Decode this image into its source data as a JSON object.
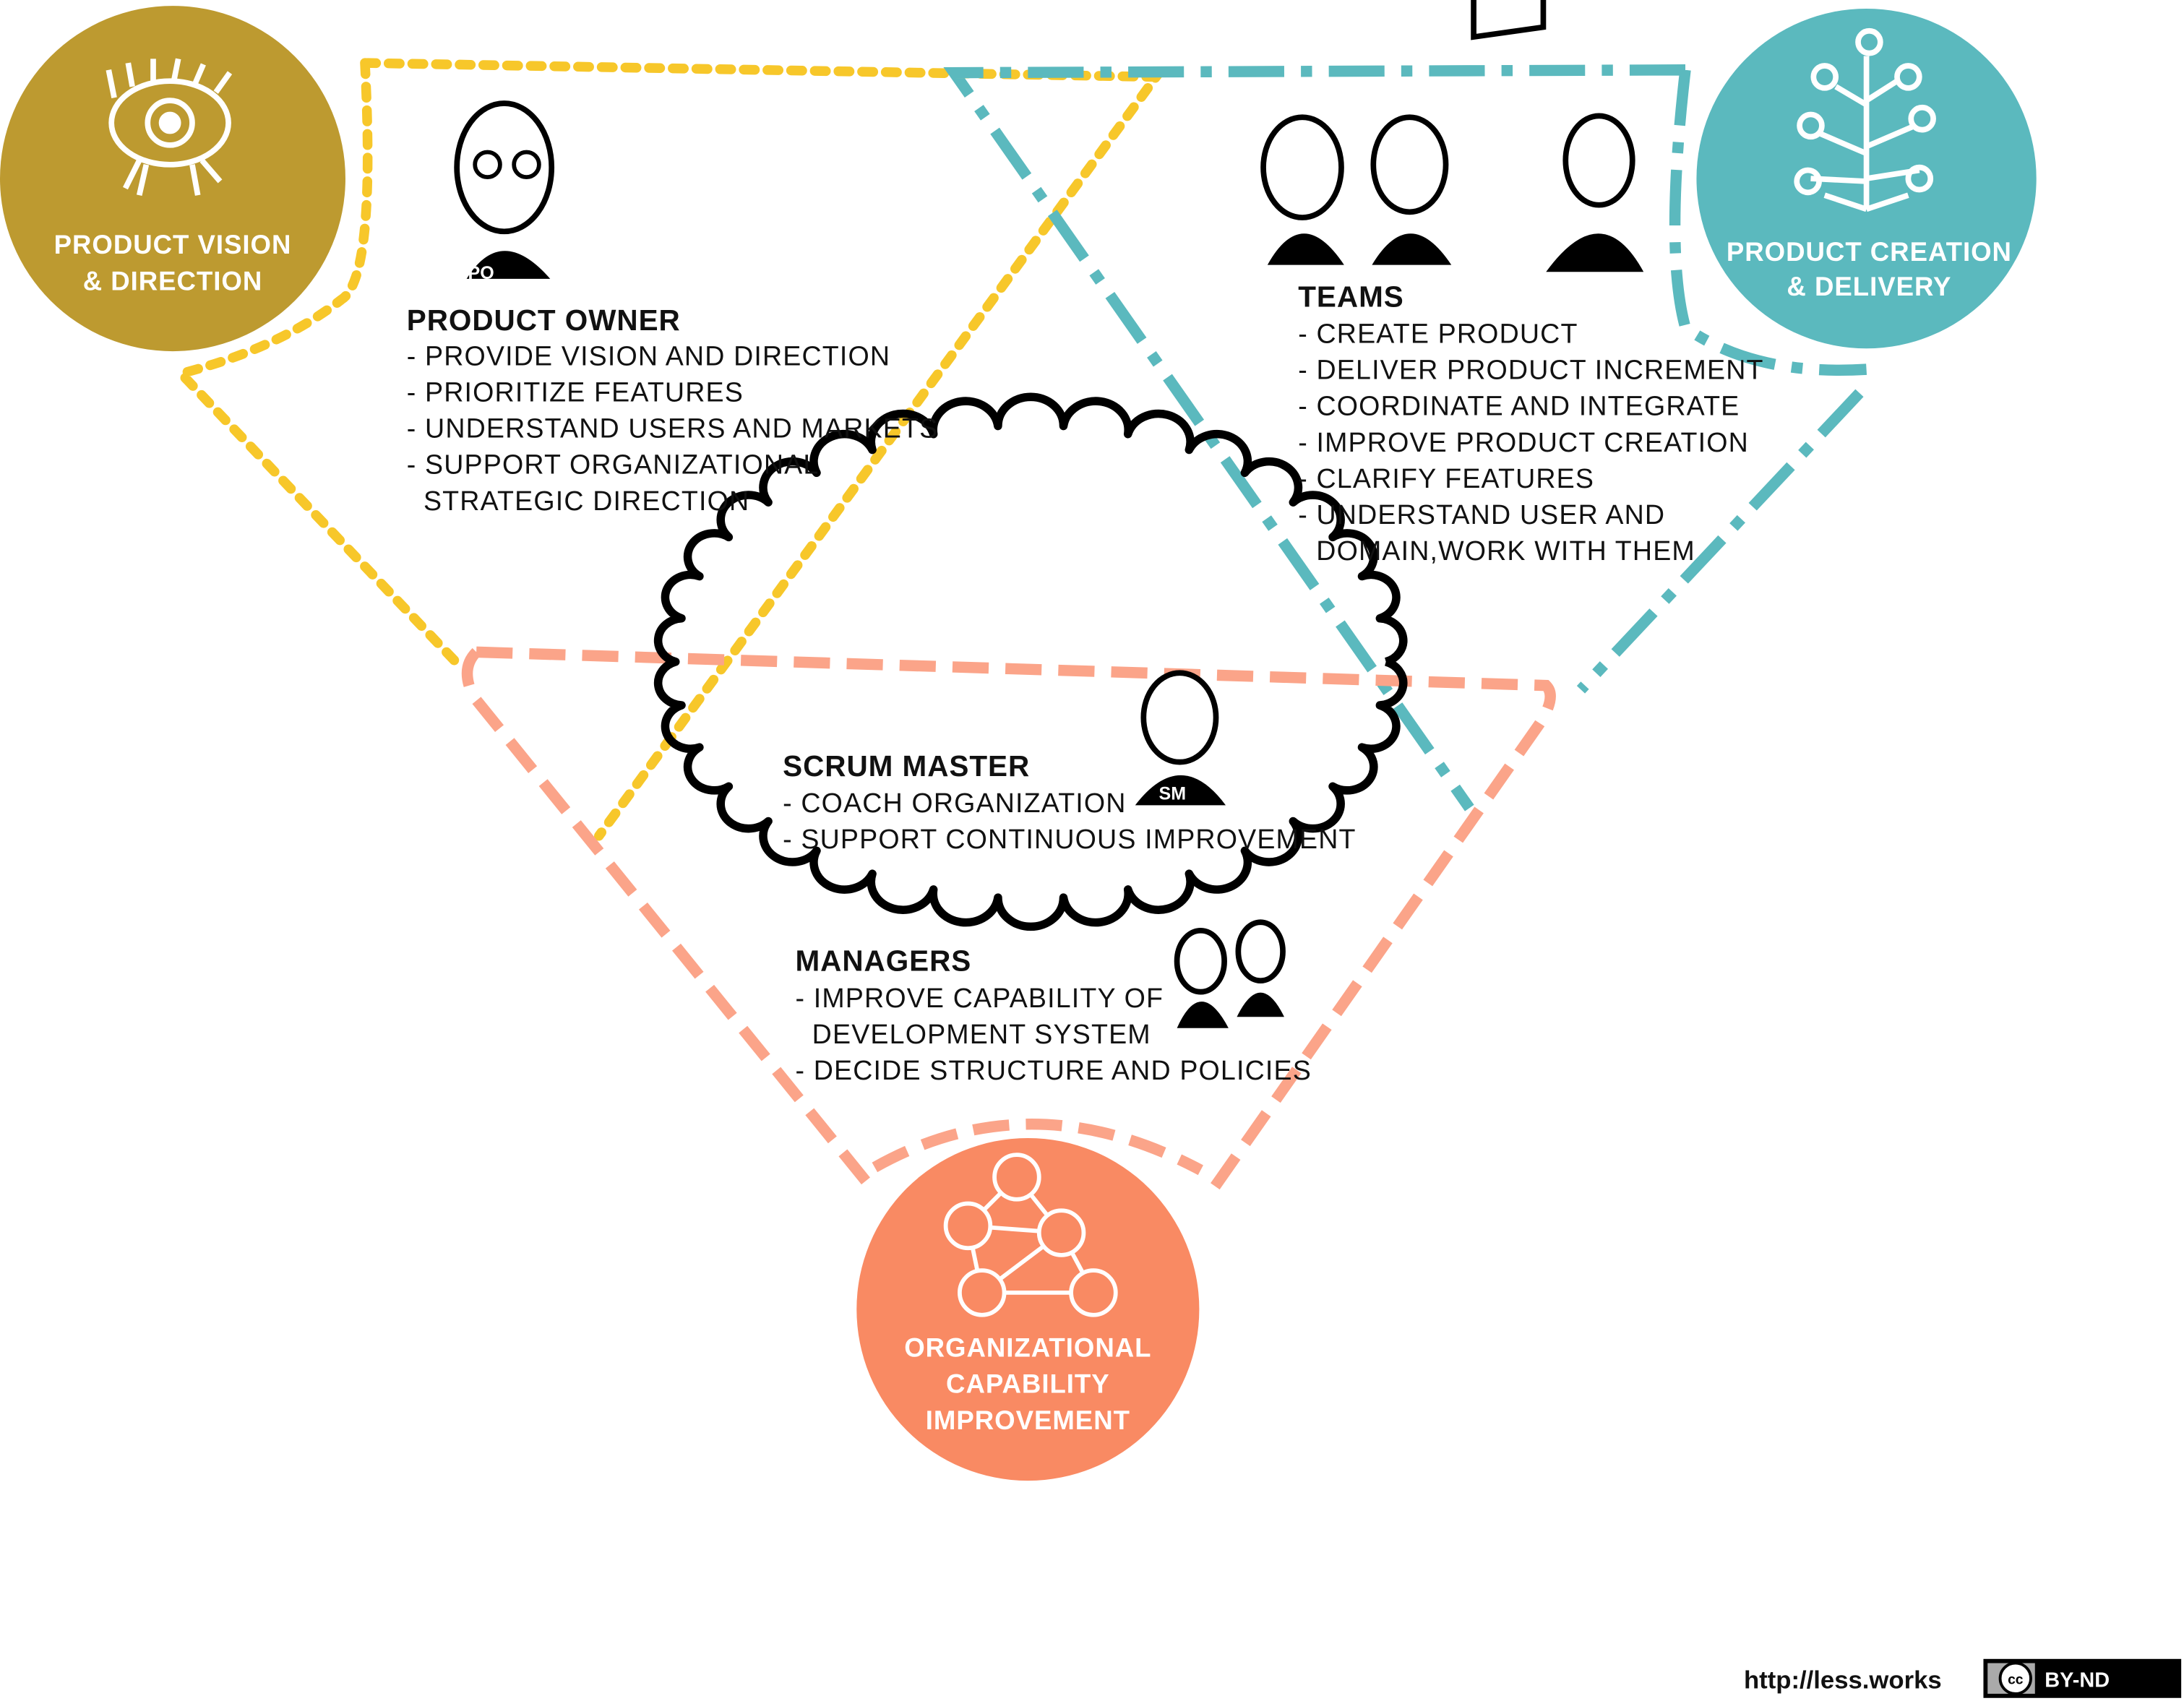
{
  "colors": {
    "vision": "#BD9A30",
    "creation": "#5BB9BE",
    "capability": "#F98A63",
    "vision_border": "#F7C72A",
    "creation_border": "#5BB9BE",
    "capability_border": "#FBA489",
    "cloud": "#000000"
  },
  "circles": {
    "vision": {
      "line1": "PRODUCT VISION",
      "line2": "& DIRECTION",
      "icon": "eye-figure-icon"
    },
    "creation": {
      "line1": "PRODUCT CREATION",
      "line2": "& DELIVERY",
      "icon": "apple-tree-icon"
    },
    "capability": {
      "line1": "ORGANIZATIONAL",
      "line2": "CAPABILITY",
      "line3": "IMPROVEMENT",
      "icon": "people-network-icon"
    }
  },
  "product_owner": {
    "title": "PRODUCT OWNER",
    "badge": "PO",
    "items": [
      "- PROVIDE VISION AND DIRECTION",
      "- PRIORITIZE FEATURES",
      "- UNDERSTAND USERS AND MARKETS",
      "- SUPPORT ORGANIZATIONAL",
      "  STRATEGIC DIRECTION"
    ]
  },
  "teams": {
    "title": "TEAMS",
    "items": [
      "- CREATE PRODUCT",
      "- DELIVER PRODUCT INCREMENT",
      "- COORDINATE AND INTEGRATE",
      "- IMPROVE PRODUCT CREATION",
      "- CLARIFY FEATURES",
      "- UNDERSTAND USER AND",
      "DOMAIN,WORK WITH THEM"
    ]
  },
  "scrum_master": {
    "title": "SCRUM MASTER",
    "badge": "SM",
    "items": [
      "- COACH ORGANIZATION",
      "- SUPPORT CONTINUOUS IMPROVEMENT"
    ]
  },
  "managers": {
    "title": "MANAGERS",
    "items": [
      "- IMPROVE CAPABILITY OF",
      "  DEVELOPMENT SYSTEM",
      "- DECIDE STRUCTURE AND POLICIES"
    ]
  },
  "footer": {
    "url": "http://less.works",
    "license_cc": "cc",
    "license": "BY-ND"
  }
}
